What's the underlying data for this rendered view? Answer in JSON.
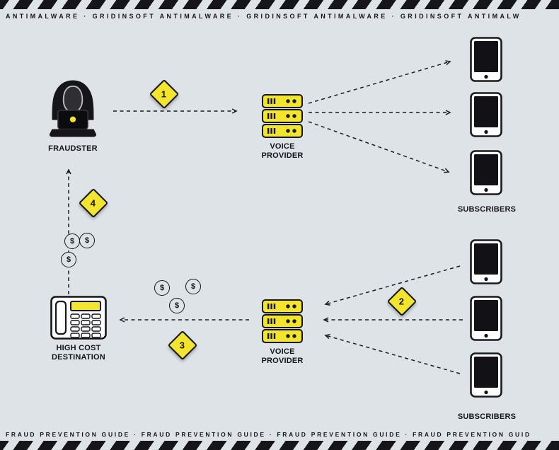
{
  "banners": {
    "top": "ANTIMALWARE · GRIDINSOFT ANTIMALWARE · GRIDINSOFT ANTIMALWARE · GRIDINSOFT ANTIMALW",
    "bottom": "FRAUD PREVENTION GUIDE · FRAUD PREVENTION GUIDE · FRAUD PREVENTION GUIDE · FRAUD PREVENTION GUID"
  },
  "nodes": {
    "fraudster": {
      "label": "FRAUDSTER",
      "icon": "hooded-hacker-with-laptop"
    },
    "voice_provider_top": {
      "label": "VOICE\nPROVIDER",
      "icon": "server-stack"
    },
    "subscribers_top": {
      "label": "SUBSCRIBERS",
      "icon": "smartphone",
      "count": 3
    },
    "voice_provider_bottom": {
      "label": "VOICE\nPROVIDER",
      "icon": "server-stack"
    },
    "subscribers_bottom": {
      "label": "SUBSCRIBERS",
      "icon": "smartphone",
      "count": 3
    },
    "high_cost_destination": {
      "label": "HIGH COST\nDESTINATION",
      "icon": "desk-phone"
    }
  },
  "steps": [
    {
      "number": "1",
      "from": "fraudster",
      "to": "voice_provider_top"
    },
    {
      "number": "2",
      "from": "subscribers_bottom",
      "to": "voice_provider_bottom"
    },
    {
      "number": "3",
      "from": "voice_provider_bottom",
      "to": "high_cost_destination"
    },
    {
      "number": "4",
      "from": "high_cost_destination",
      "to": "fraudster"
    }
  ],
  "currency_symbol": "$",
  "colors": {
    "background": "#dde3e7",
    "accent_yellow": "#f3e52c",
    "ink": "#15151a"
  }
}
